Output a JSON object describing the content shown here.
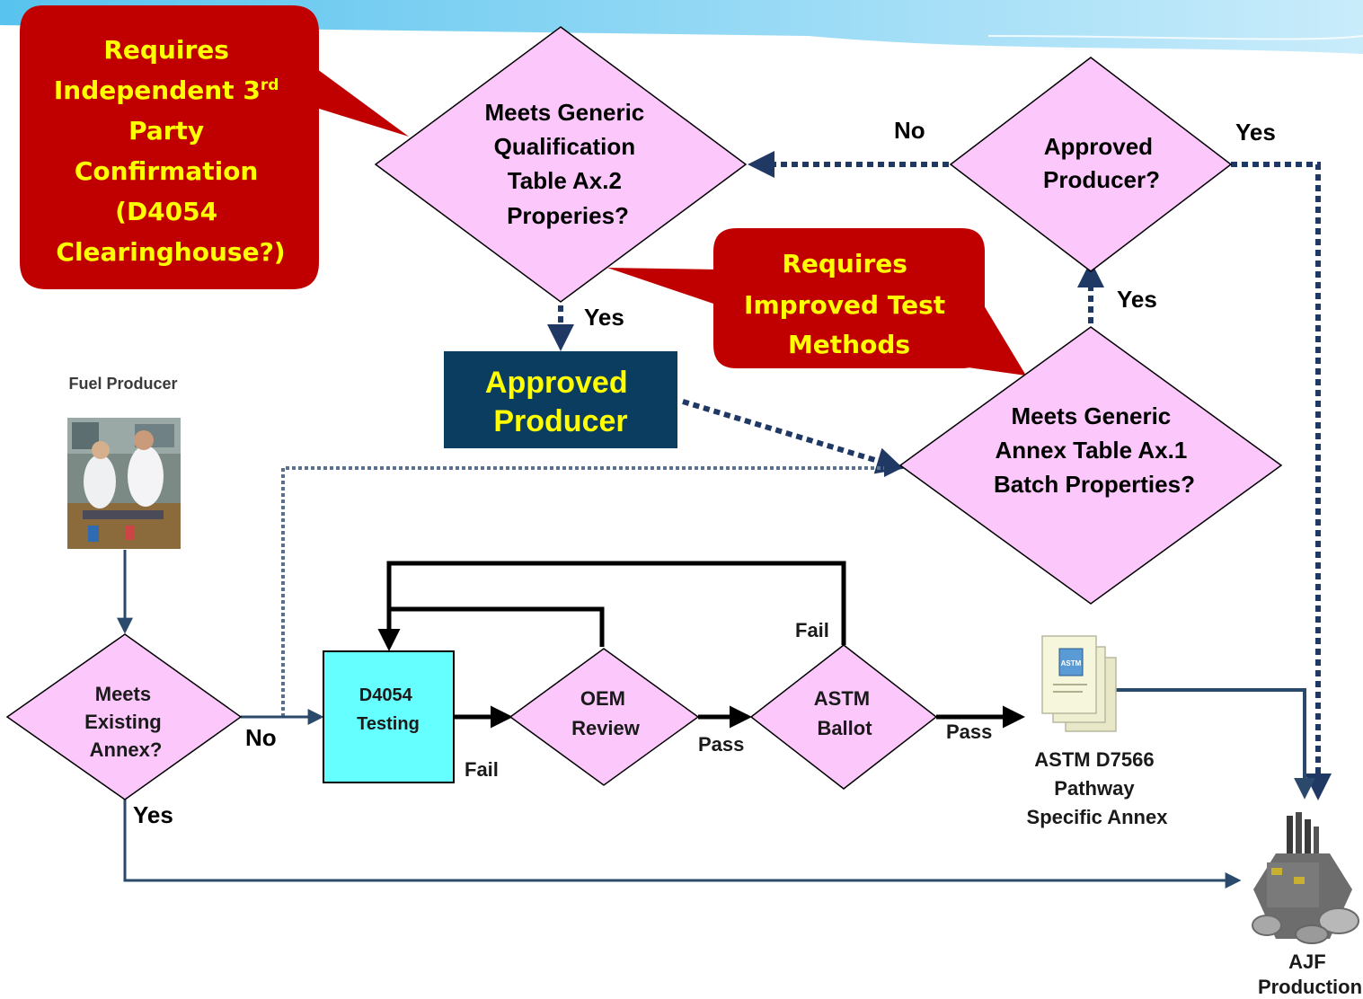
{
  "colors": {
    "diamond_fill": "#fcc8fc",
    "callout_red": "#c00000",
    "callout_text": "#ffff00",
    "navy_arrow": "#1f3864",
    "approved_box": "#0b3d61",
    "approved_text": "#ffff00",
    "testing_box": "#66ffff",
    "banner": "#9fd8f6"
  },
  "callouts": {
    "third_party": [
      "Requires",
      "Independent 3rd",
      "Party",
      "Confirmation",
      "(D4054",
      "Clearinghouse?)"
    ],
    "test_methods": [
      "Requires",
      "Improved Test",
      "Methods"
    ]
  },
  "diamonds": {
    "qualification": [
      "Meets Generic",
      "Qualification",
      "Table Ax.2",
      "Properies?"
    ],
    "approved_producer_q": [
      "Approved",
      "Producer?"
    ],
    "batch": [
      "Meets Generic",
      "Annex  Table Ax.1",
      "Batch Properties?"
    ],
    "existing_annex": [
      "Meets",
      "Existing",
      "Annex?"
    ],
    "oem": [
      "OEM",
      "Review"
    ],
    "astm_ballot": [
      "ASTM",
      "Ballot"
    ]
  },
  "boxes": {
    "approved_producer": [
      "Approved",
      "Producer"
    ],
    "d4054": [
      "D4054",
      "Testing"
    ]
  },
  "labels": {
    "no_top": "No",
    "yes_top_right": "Yes",
    "yes_qual": "Yes",
    "yes_batch": "Yes",
    "no_annex": "No",
    "yes_annex": "Yes",
    "fail_d4054": "Fail",
    "pass_oem": "Pass",
    "fail_ballot": "Fail",
    "pass_ballot": "Pass"
  },
  "icons": {
    "fuel_producer": "Fuel Producer",
    "astm_doc": [
      "ASTM D7566",
      "Pathway",
      "Specific Annex"
    ],
    "astm_logo_text": "ASTM",
    "ajf": [
      "AJF",
      "Production"
    ]
  }
}
